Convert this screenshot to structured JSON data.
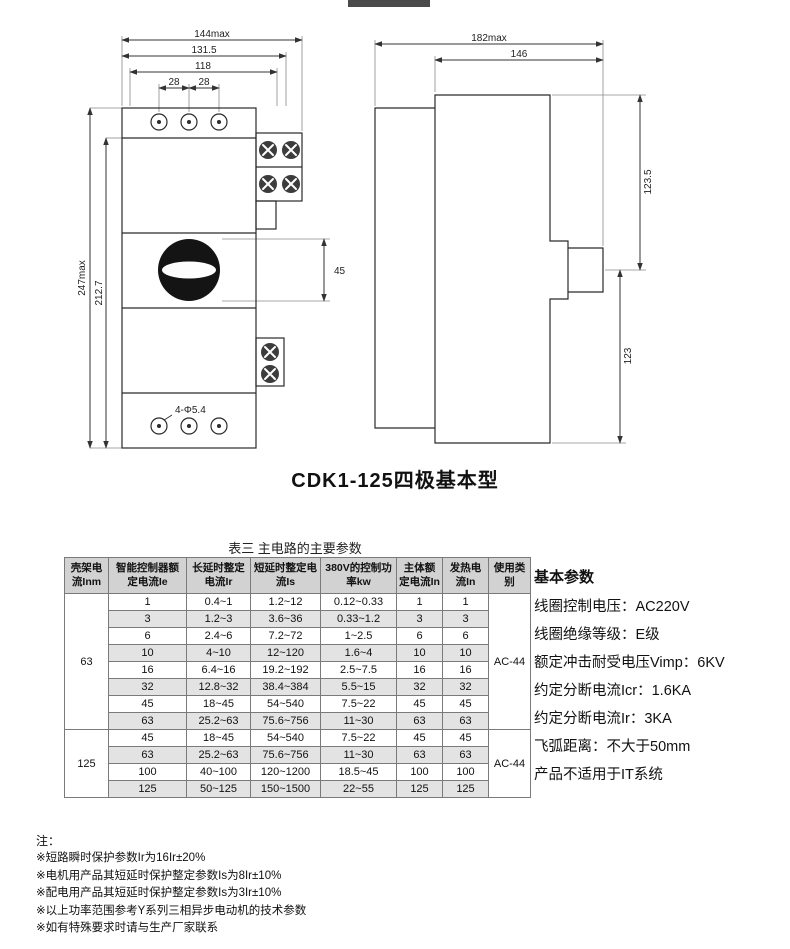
{
  "page": {
    "caption": "CDK1-125四极基本型"
  },
  "front_view": {
    "dims": {
      "width_max": "144max",
      "width2": "131.5",
      "width3": "118",
      "pitch_left": "28",
      "pitch_right": "28",
      "height_max": "247max",
      "height2": "212.7",
      "handle_height": "45",
      "hole": "4-Φ5.4"
    }
  },
  "side_view": {
    "dims": {
      "depth_max": "182max",
      "depth2": "146",
      "upper_height": "123.5",
      "lower_height": "123"
    }
  },
  "table": {
    "title": "表三 主电路的主要参数",
    "headers": [
      "壳架电流Inm",
      "智能控制器额定电流Ie",
      "长延时整定电流Ir",
      "短延时整定电流Is",
      "380V的控制功率kw",
      "主体额定电流In",
      "发热电流In",
      "使用类别"
    ],
    "groups": [
      {
        "frame": "63",
        "category": "AC-44",
        "rows": [
          [
            "1",
            "0.4~1",
            "1.2~12",
            "0.12~0.33",
            "1",
            "1"
          ],
          [
            "3",
            "1.2~3",
            "3.6~36",
            "0.33~1.2",
            "3",
            "3"
          ],
          [
            "6",
            "2.4~6",
            "7.2~72",
            "1~2.5",
            "6",
            "6"
          ],
          [
            "10",
            "4~10",
            "12~120",
            "1.6~4",
            "10",
            "10"
          ],
          [
            "16",
            "6.4~16",
            "19.2~192",
            "2.5~7.5",
            "16",
            "16"
          ],
          [
            "32",
            "12.8~32",
            "38.4~384",
            "5.5~15",
            "32",
            "32"
          ],
          [
            "45",
            "18~45",
            "54~540",
            "7.5~22",
            "45",
            "45"
          ],
          [
            "63",
            "25.2~63",
            "75.6~756",
            "11~30",
            "63",
            "63"
          ]
        ]
      },
      {
        "frame": "125",
        "category": "AC-44",
        "rows": [
          [
            "45",
            "18~45",
            "54~540",
            "7.5~22",
            "45",
            "45"
          ],
          [
            "63",
            "25.2~63",
            "75.6~756",
            "11~30",
            "63",
            "63"
          ],
          [
            "100",
            "40~100",
            "120~1200",
            "18.5~45",
            "100",
            "100"
          ],
          [
            "125",
            "50~125",
            "150~1500",
            "22~55",
            "125",
            "125"
          ]
        ]
      }
    ]
  },
  "params": {
    "title": "基本参数",
    "lines": [
      "线圈控制电压：AC220V",
      "线圈绝缘等级：E级",
      "额定冲击耐受电压Vimp：6KV",
      "约定分断电流Icr：1.6KA",
      "约定分断电流Ir：3KA",
      "飞弧距离：不大于50mm",
      "产品不适用于IT系统"
    ]
  },
  "notes": {
    "label": "注：",
    "items": [
      "※短路瞬时保护参数Ir为16Ir±20%",
      "※电机用产品其短延时保护整定参数Is为8Ir±10%",
      "※配电用产品其短延时保护整定参数Is为3Ir±10%",
      "※以上功率范围参考Y系列三相异步电动机的技术参数",
      "※如有特殊要求时请与生产厂家联系"
    ]
  }
}
